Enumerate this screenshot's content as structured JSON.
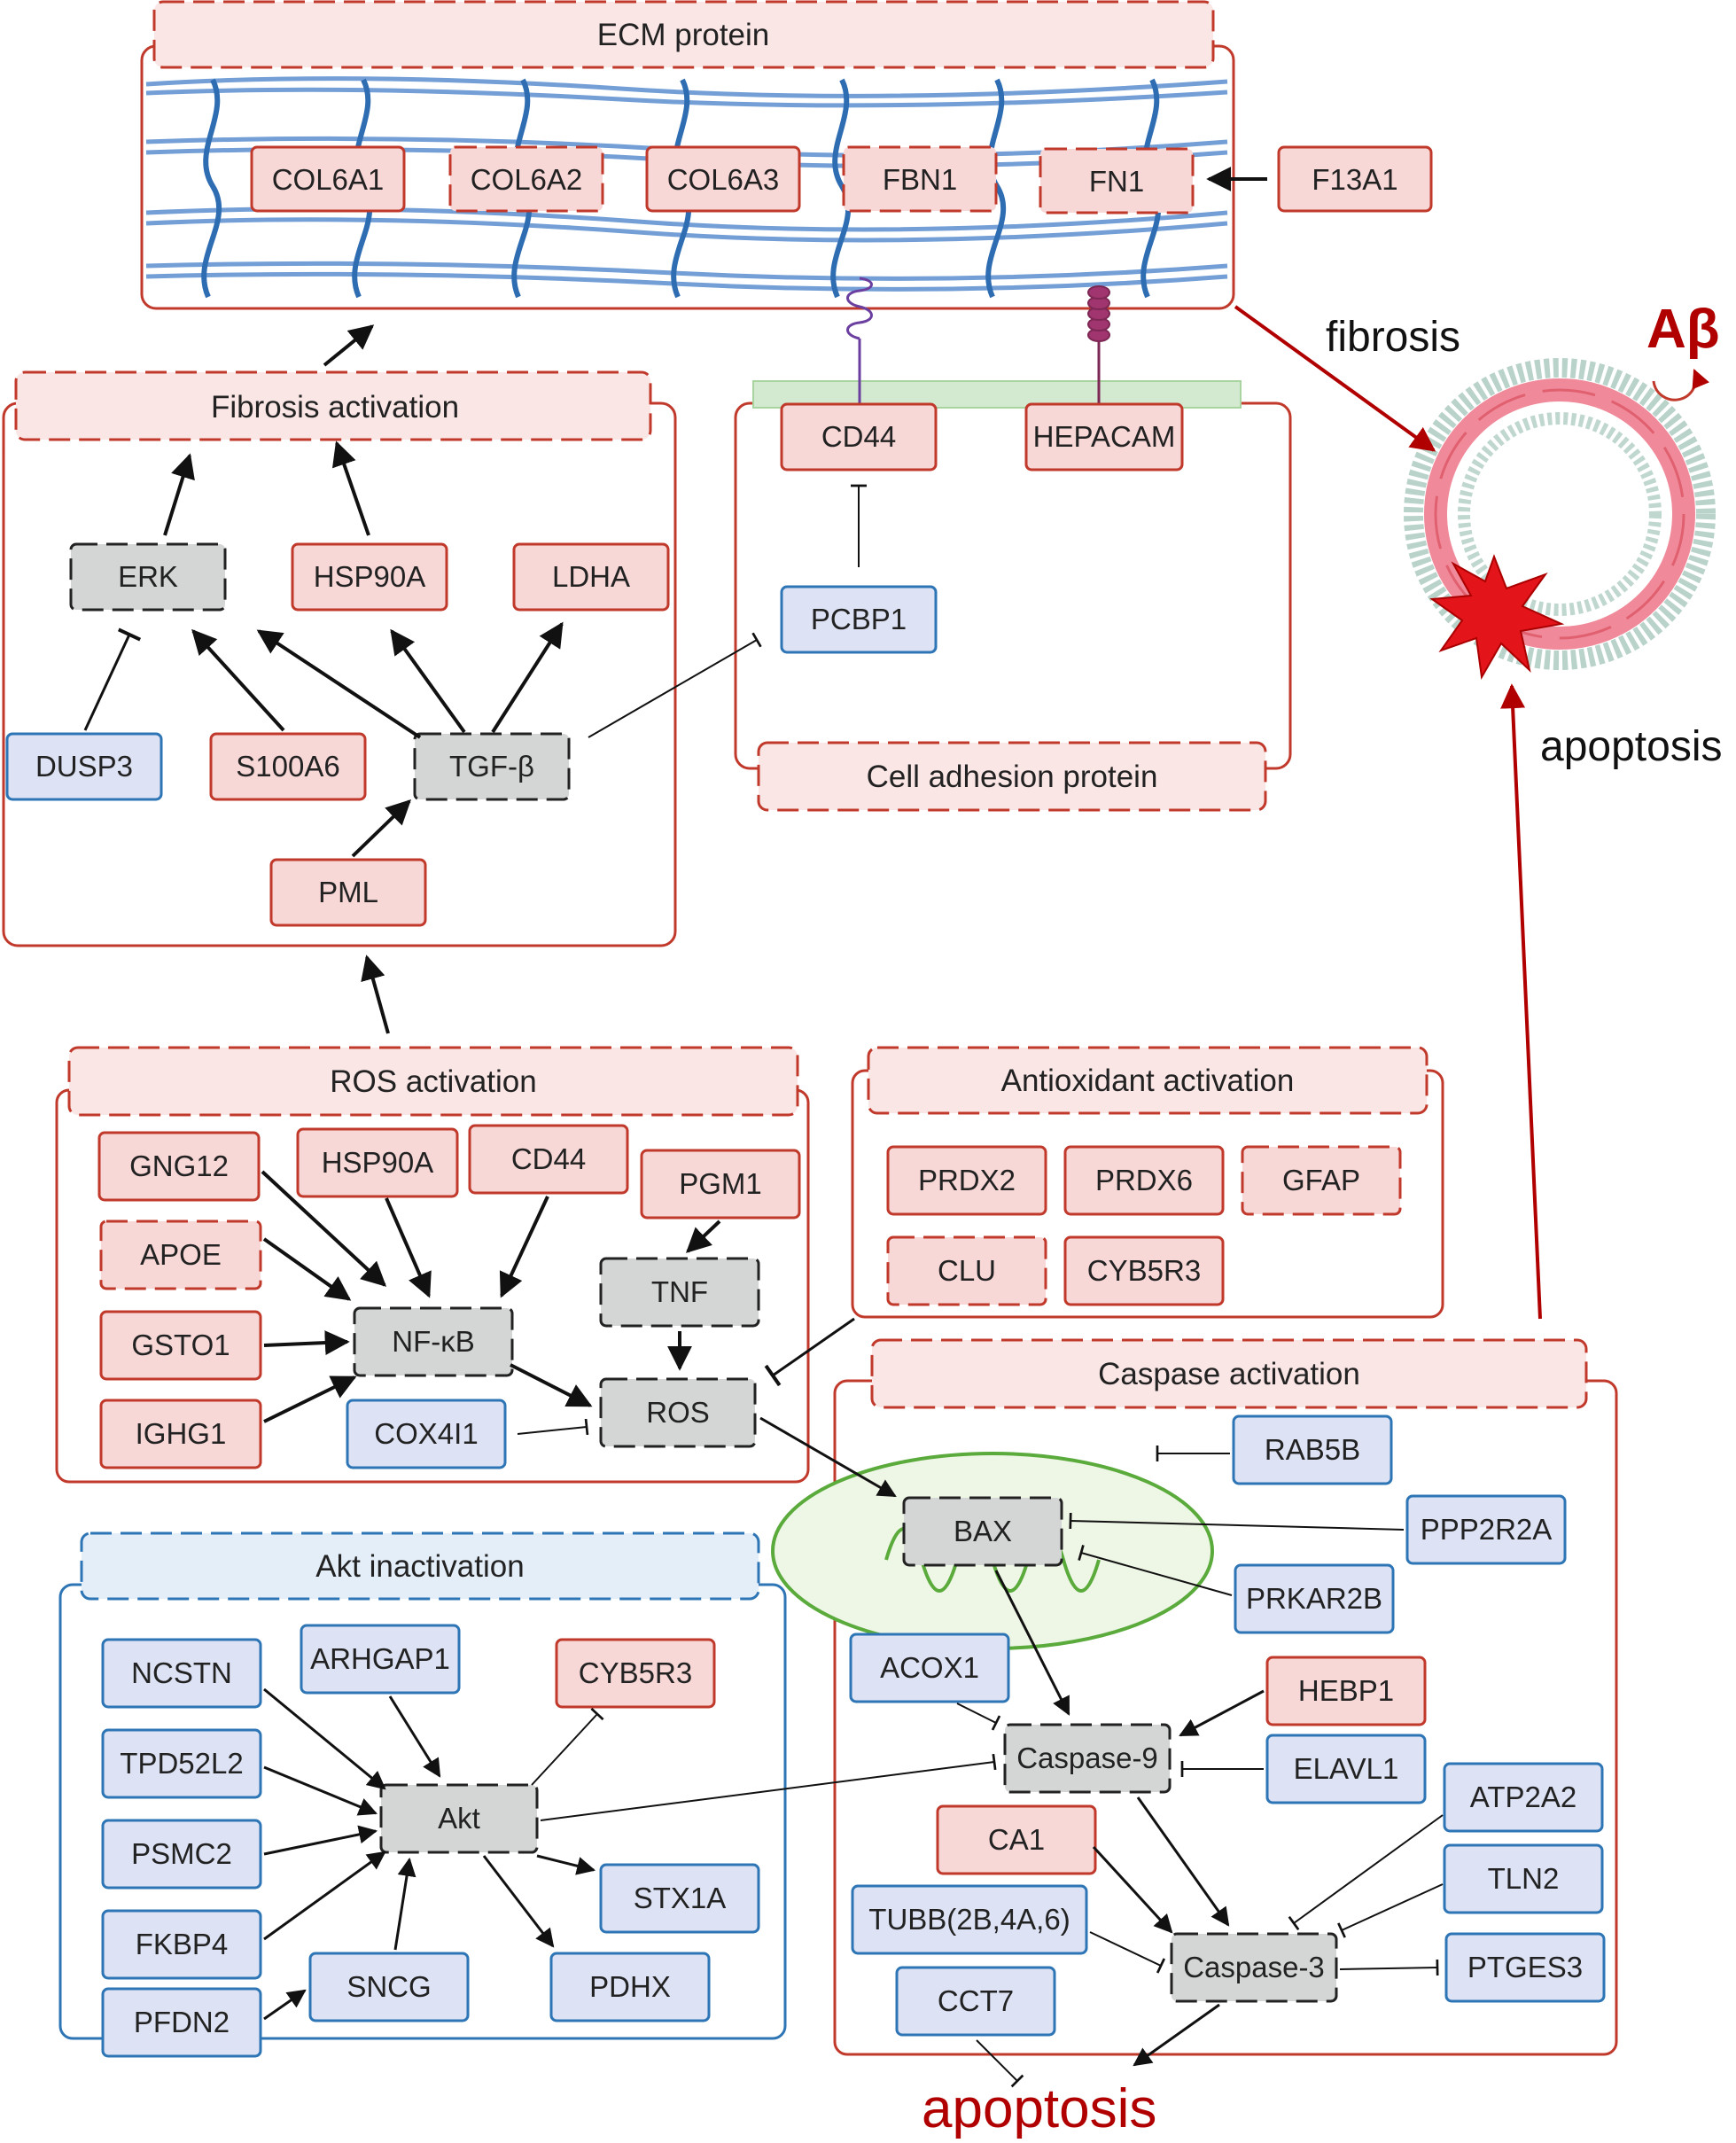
{
  "colors": {
    "red_stroke": "#c0392b",
    "red_fill": "#f8d7d7",
    "red_header_fill": "#fbe6e6",
    "blue_stroke": "#2e75b6",
    "blue_fill": "#dde3f5",
    "blue_header_fill": "#e3eef9",
    "gray_fill": "#d4d6d6",
    "accent_dark_red": "#b00000",
    "mito_green": "#5aab3c"
  },
  "headers": {
    "ecm": "ECM protein",
    "fibrosis_activation": "Fibrosis activation",
    "cell_adhesion": "Cell adhesion protein",
    "ros_activation": "ROS activation",
    "antioxidant_activation": "Antioxidant activation",
    "caspase_activation": "Caspase activation",
    "akt_inactivation": "Akt inactivation"
  },
  "ecm_nodes": {
    "col6a1": "COL6A1",
    "col6a2": "COL6A2",
    "col6a3": "COL6A3",
    "fbn1": "FBN1",
    "fn1": "FN1",
    "f13a1": "F13A1"
  },
  "fibrosis_nodes": {
    "erk": "ERK",
    "hsp90a": "HSP90A",
    "ldha": "LDHA",
    "dusp3": "DUSP3",
    "s100a6": "S100A6",
    "tgfb": "TGF-β",
    "pml": "PML"
  },
  "adhesion_nodes": {
    "cd44": "CD44",
    "hepacam": "HEPACAM",
    "pcbp1": "PCBP1"
  },
  "ros_nodes": {
    "gng12": "GNG12",
    "hsp90a": "HSP90A",
    "cd44": "CD44",
    "pgm1": "PGM1",
    "apoe": "APOE",
    "tnf": "TNF",
    "gsto1": "GSTO1",
    "nfkb": "NF-κB",
    "ighg1": "IGHG1",
    "cox4i1": "COX4I1",
    "ros": "ROS"
  },
  "antioxidant_nodes": {
    "prdx2": "PRDX2",
    "prdx6": "PRDX6",
    "gfap": "GFAP",
    "clu": "CLU",
    "cyb5r3": "CYB5R3"
  },
  "caspase_nodes": {
    "rab5b": "RAB5B",
    "bax": "BAX",
    "ppp2r2a": "PPP2R2A",
    "prkar2b": "PRKAR2B",
    "acox1": "ACOX1",
    "hebp1": "HEBP1",
    "caspase9": "Caspase-9",
    "elavl1": "ELAVL1",
    "ca1": "CA1",
    "atp2a2": "ATP2A2",
    "tln2": "TLN2",
    "tubb": "TUBB(2B,4A,6)",
    "caspase3": "Caspase-3",
    "ptges3": "PTGES3",
    "cct7": "CCT7"
  },
  "akt_nodes": {
    "ncstn": "NCSTN",
    "arhgap1": "ARHGAP1",
    "cyb5r3": "CYB5R3",
    "tpd52l2": "TPD52L2",
    "akt": "Akt",
    "psmc2": "PSMC2",
    "stx1a": "STX1A",
    "fkbp4": "FKBP4",
    "sncg": "SNCG",
    "pdhx": "PDHX",
    "pfdn2": "PFDN2"
  },
  "labels": {
    "fibrosis": "fibrosis",
    "abeta": "Aβ",
    "apoptosis_right": "apoptosis",
    "apoptosis_bottom": "apoptosis"
  }
}
